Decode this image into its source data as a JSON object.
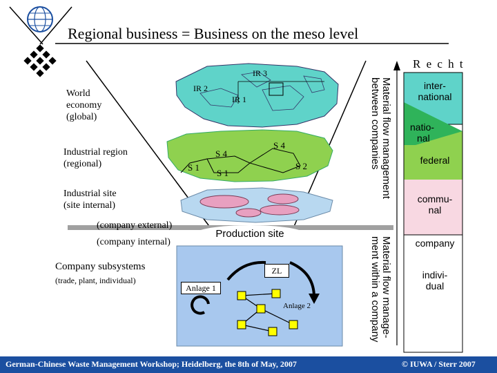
{
  "title": "Regional business = Business on the meso level",
  "recht": "R e c h t",
  "left_labels": {
    "world": [
      "World",
      "economy",
      "(global)"
    ],
    "industrial_region": [
      "Industrial region",
      "(regional)"
    ],
    "industrial_site": [
      "Industrial site",
      "(site internal)"
    ],
    "company_external": "(company external)",
    "company_internal": "(company internal)",
    "subsystems": "Company subsystems",
    "subsystems_detail": "(trade, plant, individual)"
  },
  "map_labels": {
    "ir3": "IR 3",
    "ir2": "IR 2",
    "ir1": "IR 1"
  },
  "region_labels": {
    "s4a": "S 4",
    "s4b": "S 4",
    "s1a": "S 1",
    "s1b": "S 1",
    "s2": "S 2"
  },
  "production_site": "Production site",
  "subsystem_labels": {
    "zl": "ZL",
    "anlage1": "Anlage 1",
    "anlage2": "Anlage 2"
  },
  "vertical_text": {
    "between": [
      "Material flow management",
      "between companies"
    ],
    "within": [
      "Material flow manage-",
      "ment within a company"
    ]
  },
  "levels": {
    "international": [
      "inter-",
      "national"
    ],
    "national": [
      "natio-",
      "nal"
    ],
    "federal": "federal",
    "communal": [
      "commu-",
      "nal"
    ],
    "company": "company",
    "individual": [
      "indivi-",
      "dual"
    ]
  },
  "footer": {
    "left": "German-Chinese Waste Management Workshop; Heidelberg, the 8th of May, 2007",
    "right": "© IUWA / Sterr 2007"
  },
  "colors": {
    "map": "#5fd3c9",
    "region": "#8fd14f",
    "site": "#b8d8f0",
    "blob": "#e8a0c0",
    "subsystem": "#a8c8ee",
    "subsystem_box": "#ffff00",
    "national": "#2fb35a",
    "communal": "#f8d8e2",
    "footer": "#1b4fa0"
  }
}
